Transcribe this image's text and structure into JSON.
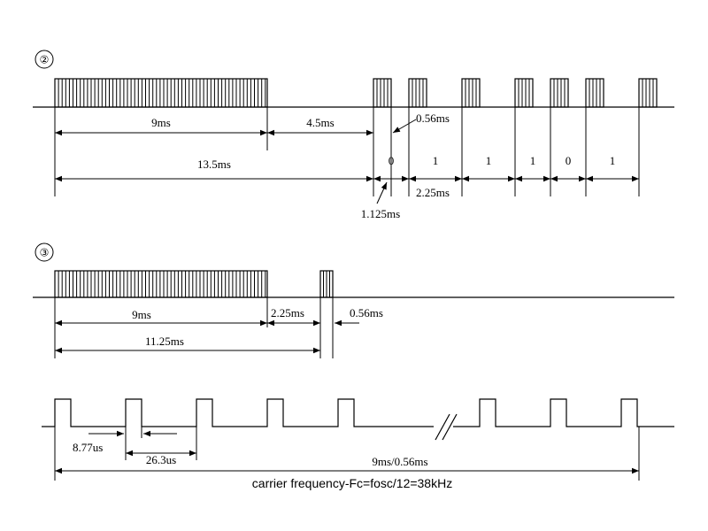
{
  "section2": {
    "marker": "②",
    "dim_9ms": "9ms",
    "dim_4_5ms": "4.5ms",
    "dim_0_56ms": "0.56ms",
    "dim_13_5ms": "13.5ms",
    "dim_2_25ms": "2.25ms",
    "dim_1_125ms": "1.125ms",
    "bits": [
      "0",
      "1",
      "1",
      "1",
      "0",
      "1"
    ]
  },
  "section3": {
    "marker": "③",
    "dim_9ms": "9ms",
    "dim_2_25ms": "2.25ms",
    "dim_0_56ms": "0.56ms",
    "dim_11_25ms": "11.25ms"
  },
  "carrier": {
    "dim_8_77us": "8.77us",
    "dim_26_3us": "26.3us",
    "dim_total": "9ms/0.56ms",
    "caption": "carrier frequency-Fc=fosc/12=38kHz"
  }
}
